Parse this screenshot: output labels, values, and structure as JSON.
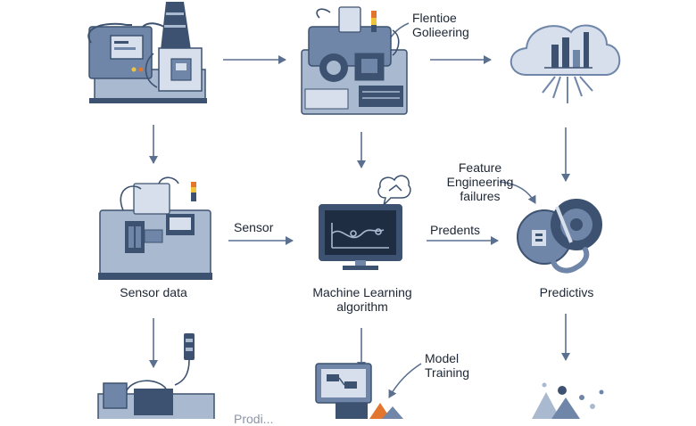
{
  "labels": {
    "top_annotation_line1": "Flentioe",
    "top_annotation_line2": "Golieering",
    "feature_line1": "Feature",
    "feature_line2": "Engineering",
    "feature_line3": "failures",
    "sensor_arrow": "Sensor",
    "predents_arrow": "Predents",
    "sensor_data": "Sensor data",
    "ml_line1": "Machine Learning",
    "ml_line2": "algorithm",
    "predictive": "Predictivs",
    "model_line1": "Model",
    "model_line2": "Training",
    "cut_label": "Prodi..."
  },
  "colors": {
    "steel_dark": "#3d5270",
    "steel_mid": "#6f86a8",
    "steel_light": "#a9b9d0",
    "steel_pale": "#d6dfeb",
    "accent_orange": "#e3762f",
    "accent_yellow": "#f0c33c",
    "accent_red": "#d84a3a",
    "arrow": "#5b6f8f"
  }
}
